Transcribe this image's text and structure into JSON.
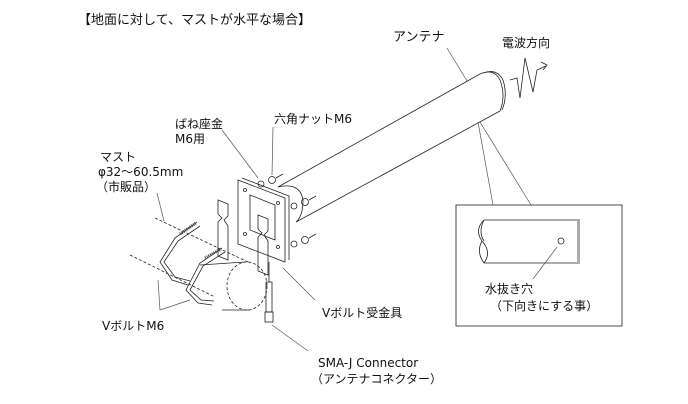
{
  "title": "【地面に対して、マストが水平な場合】",
  "labels": {
    "antenna": "アンテナ",
    "wave_direction": "電波方向",
    "spring_washer_line1": "ばね座金",
    "spring_washer_line2": "M6用",
    "hex_nut": "六角ナットM6",
    "mast_line1": "マスト",
    "mast_line2": "φ32～60.5mm",
    "mast_line3": "（市販品）",
    "v_bolt": "VボルトM6",
    "v_bolt_bracket": "Vボルト受金具",
    "connector_line1": "SMA-J Connector",
    "connector_line2": "（アンテナコネクター）"
  },
  "detail_box": {
    "drain_hole_line1": "水抜き穴",
    "drain_hole_line2": "（下向きにする事）"
  }
}
